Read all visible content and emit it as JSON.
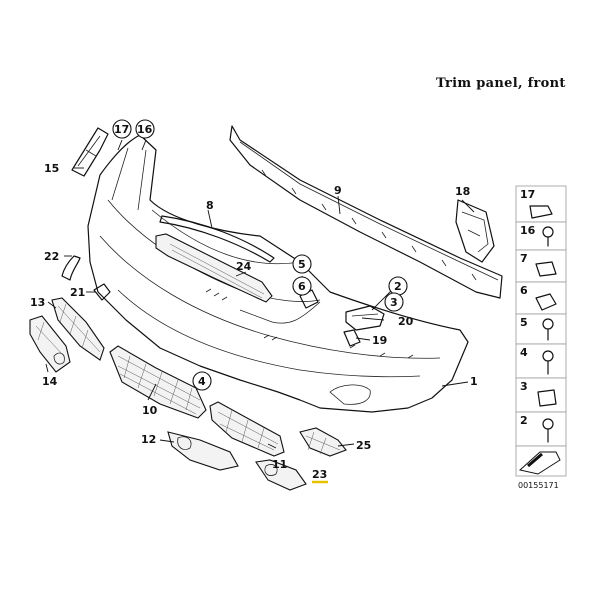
{
  "title": "Trim panel, front",
  "reference_number": "00155171",
  "callouts": {
    "c1": "1",
    "c2": "2",
    "c3": "3",
    "c4": "4",
    "c5": "5",
    "c6": "6",
    "c8": "8",
    "c9": "9",
    "c10": "10",
    "c11": "11",
    "c12": "12",
    "c13": "13",
    "c14": "14",
    "c15": "15",
    "c16": "16",
    "c17": "17",
    "c18": "18",
    "c19": "19",
    "c20": "20",
    "c21": "21",
    "c22": "22",
    "c23": "23",
    "c24": "24",
    "c25": "25"
  },
  "legend": [
    "17",
    "16",
    "7",
    "6",
    "5",
    "4",
    "3",
    "2"
  ],
  "colors": {
    "highlight": "#e8c400",
    "line": "#111111"
  }
}
